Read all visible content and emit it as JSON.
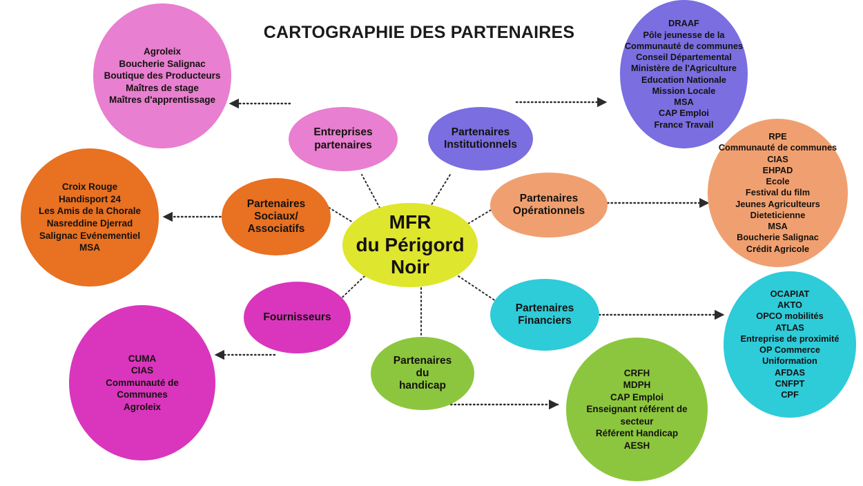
{
  "title": "CARTOGRAPHIE DES PARTENAIRES",
  "center": {
    "label": "MFR\ndu Périgord\nNoir",
    "color": "#dfe62e"
  },
  "categories": {
    "entreprises": {
      "label": "Entreprises\npartenaires",
      "color": "#e87fd0"
    },
    "institutionnels": {
      "label": "Partenaires\nInstitutionnels",
      "color": "#7a6ee0"
    },
    "sociaux": {
      "label": "Partenaires\nSociaux/\nAssociatifs",
      "color": "#e87122"
    },
    "operationnels": {
      "label": "Partenaires\nOpérationnels",
      "color": "#f0a070"
    },
    "fournisseurs": {
      "label": "Fournisseurs",
      "color": "#d936bd"
    },
    "financiers": {
      "label": "Partenaires\nFinanciers",
      "color": "#2ecbd9"
    },
    "handicap": {
      "label": "Partenaires\ndu\nhandicap",
      "color": "#8cc63e"
    }
  },
  "leaves": {
    "entreprises_list": {
      "color": "#e87fd0",
      "items": [
        "Agroleix",
        "Boucherie Salignac",
        "Boutique des Producteurs",
        "Maîtres de stage",
        "Maîtres d'apprentissage"
      ]
    },
    "institutionnels_list": {
      "color": "#7a6ee0",
      "items": [
        "DRAAF",
        "Pôle jeunesse de la",
        "Communauté de communes",
        "Conseil Départemental",
        "Ministère de l'Agriculture",
        "Education Nationale",
        "Mission Locale",
        "MSA",
        "CAP Emploi",
        "France Travail"
      ]
    },
    "sociaux_list": {
      "color": "#e87122",
      "items": [
        "Croix Rouge",
        "Handisport 24",
        "Les Amis de la Chorale",
        "Nasreddine Djerrad",
        "Salignac Evénementiel",
        "MSA"
      ]
    },
    "operationnels_list": {
      "color": "#f0a070",
      "items": [
        "RPE",
        "Communauté de communes",
        "CIAS",
        "EHPAD",
        "Ecole",
        "Festival du film",
        "Jeunes Agriculteurs",
        "Dieteticienne",
        "MSA",
        "Boucherie Salignac",
        "Crédit Agricole"
      ]
    },
    "fournisseurs_list": {
      "color": "#d936bd",
      "items": [
        "CUMA",
        "CIAS",
        "Communauté de",
        "Communes",
        "Agroleix"
      ]
    },
    "financiers_list": {
      "color": "#2ecbd9",
      "items": [
        "OCAPIAT",
        "AKTO",
        "OPCO mobilités",
        "ATLAS",
        "Entreprise de proximité",
        "OP Commerce",
        "Uniformation",
        "AFDAS",
        "CNFPT",
        "CPF"
      ]
    },
    "handicap_list": {
      "color": "#8cc63e",
      "items": [
        "CRFH",
        "MDPH",
        "CAP Emploi",
        "Enseignant référent de",
        "secteur",
        "Référent Handicap",
        "AESH"
      ]
    }
  },
  "edges": {
    "stroke_color": "#2b2b2b",
    "style": "dotted"
  }
}
